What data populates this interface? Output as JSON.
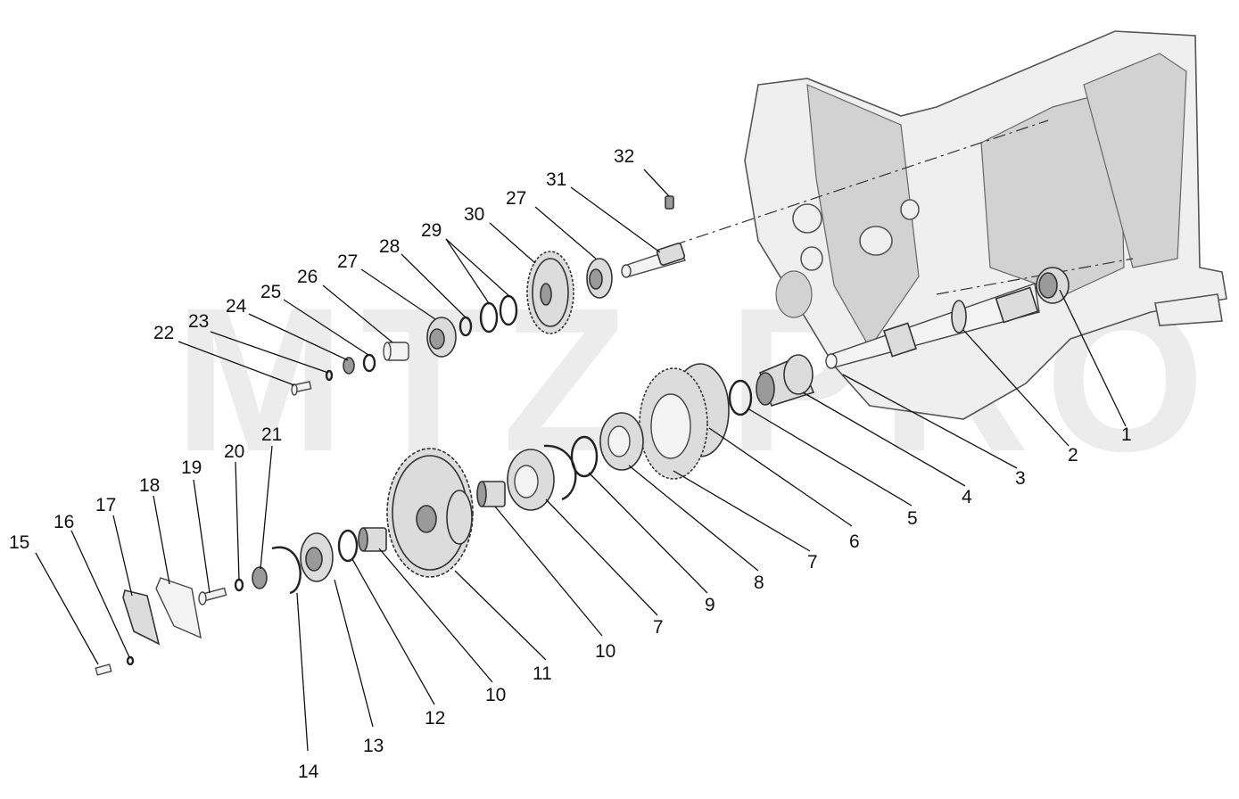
{
  "watermark": "MTZ-PRO",
  "callouts": [
    "1",
    "2",
    "3",
    "4",
    "5",
    "6",
    "7",
    "8",
    "9",
    "10",
    "11",
    "12",
    "13",
    "14",
    "15",
    "16",
    "17",
    "18",
    "19",
    "20",
    "21",
    "22",
    "23",
    "24",
    "25",
    "26",
    "27",
    "28",
    "29",
    "30",
    "31",
    "32",
    "27",
    "7",
    "10"
  ]
}
